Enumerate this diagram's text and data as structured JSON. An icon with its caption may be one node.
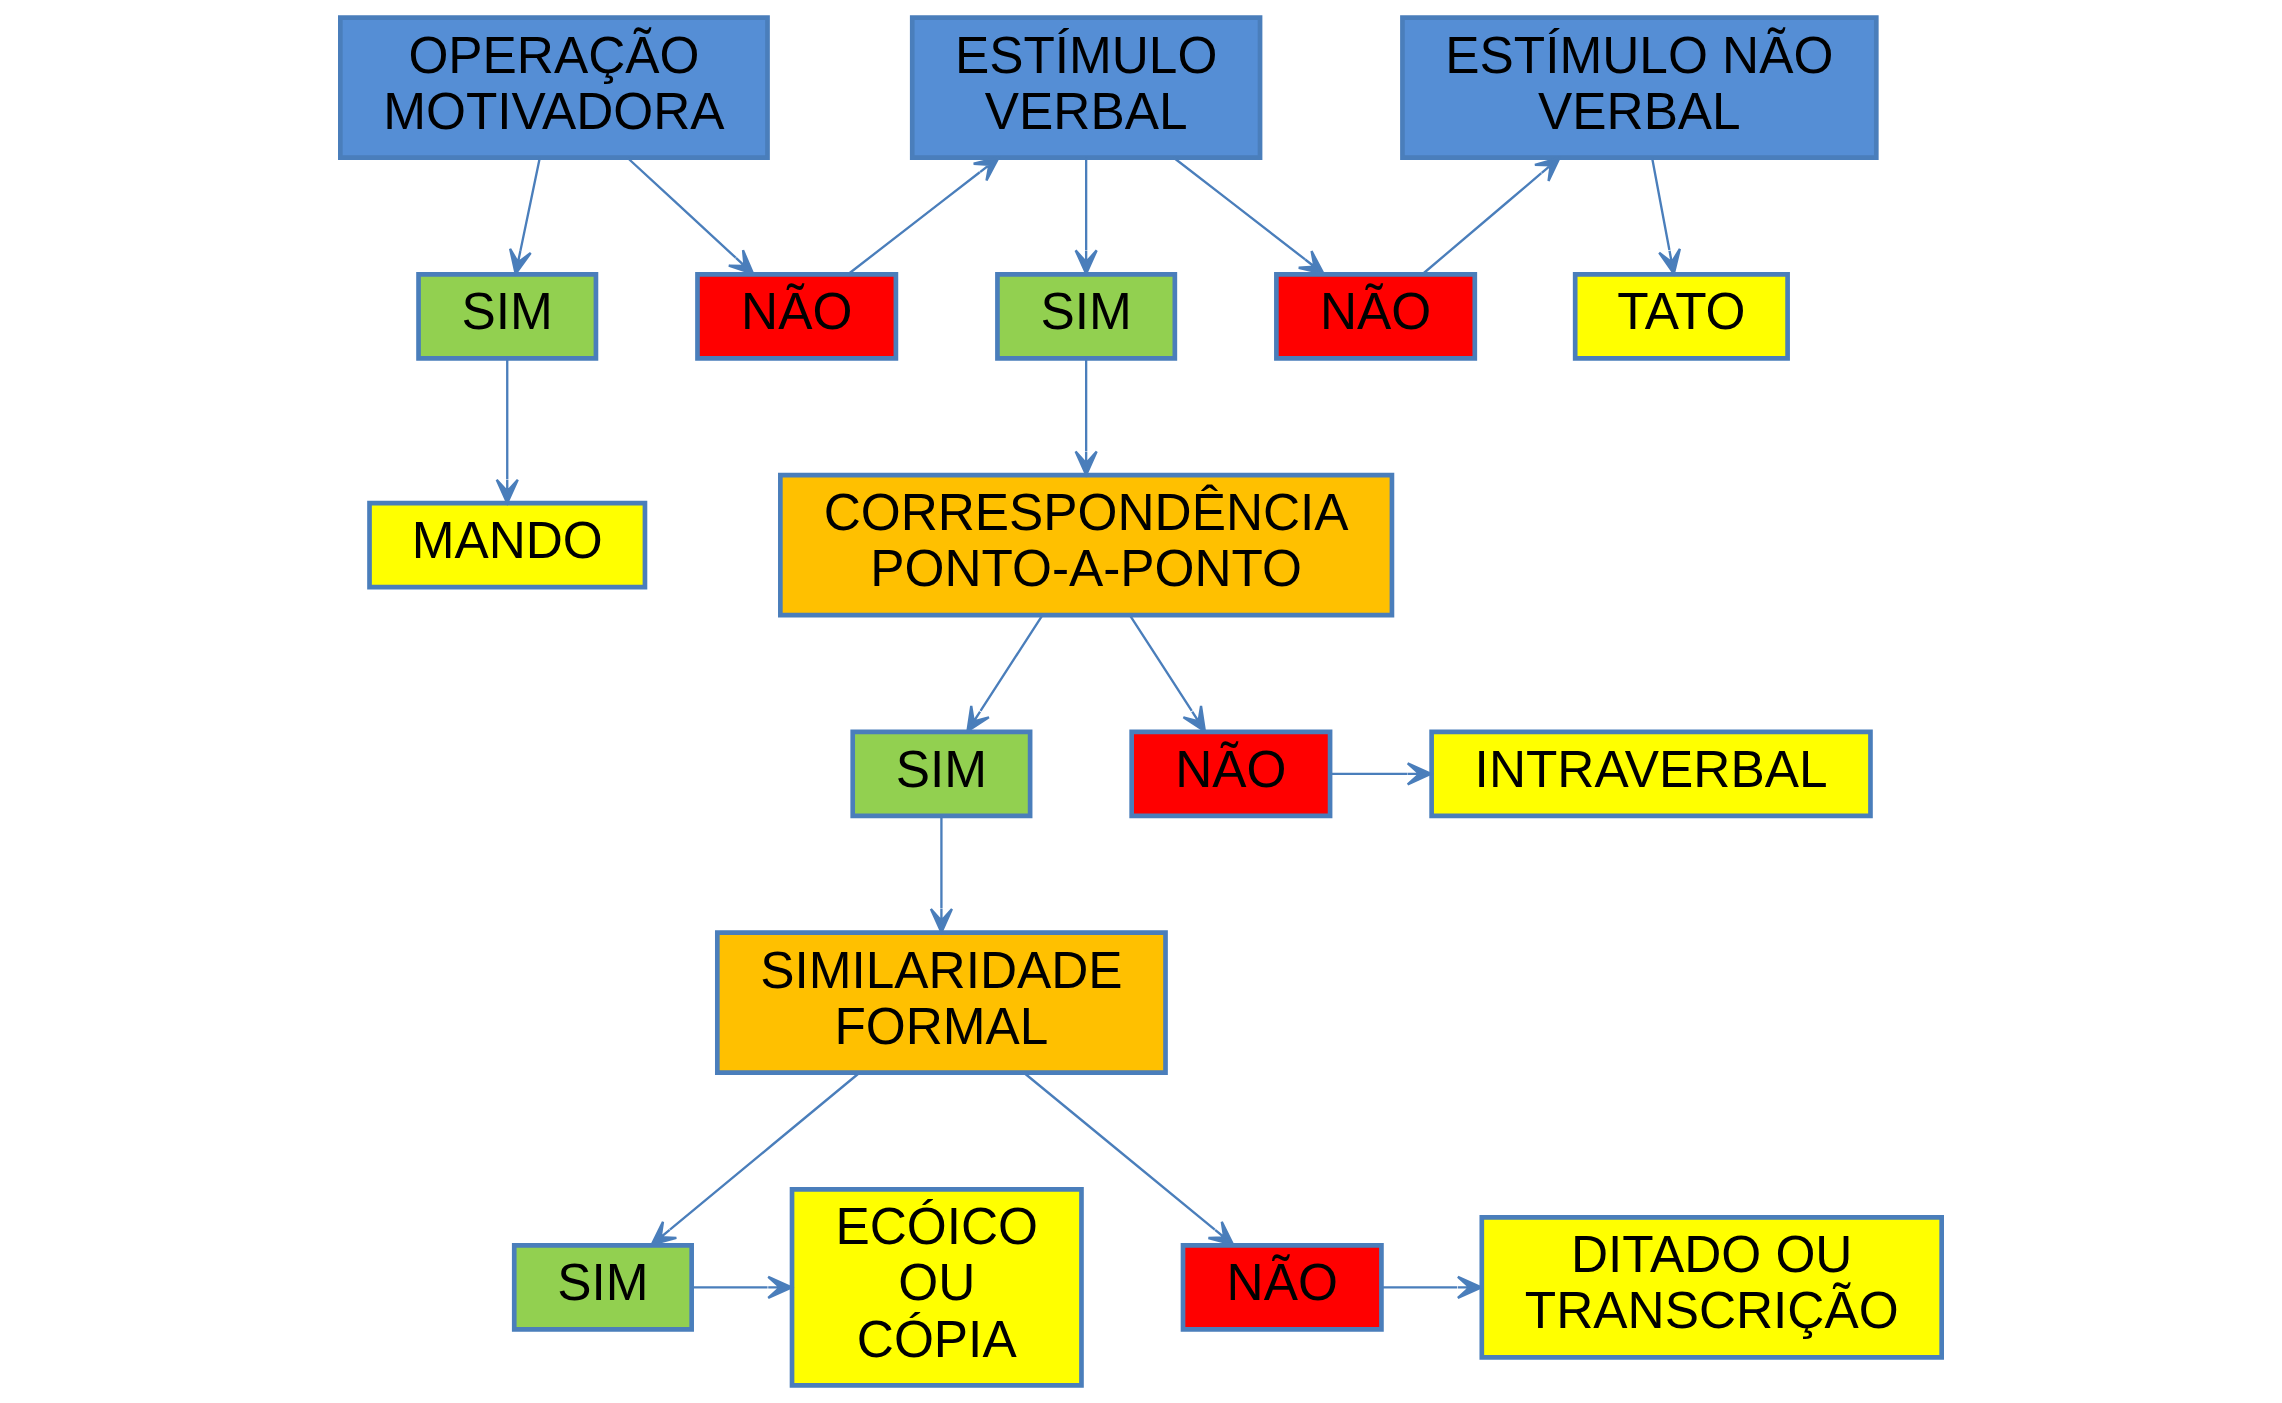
{
  "diagram": {
    "nodes": [
      {
        "text": [
          "OPERAÇÃO MOTIVADORA"
        ]
      },
      {
        "text": [
          "ESTÍMULO VERBAL"
        ]
      },
      {
        "text": [
          "ESTÍMULO NÃO VERBAL"
        ]
      },
      {
        "text": [
          "SIM"
        ]
      },
      {
        "text": [
          "NÃO"
        ]
      },
      {
        "text": [
          "SIM"
        ]
      },
      {
        "text": [
          "NÃO"
        ]
      },
      {
        "text": [
          "TATO"
        ]
      },
      {
        "text": [
          "MANDO"
        ]
      },
      {
        "text": [
          "CORRESPONDÊNCIA PONTO-A-PONTO"
        ]
      },
      {
        "text": [
          "SIM"
        ]
      },
      {
        "text": [
          "NÃO"
        ]
      },
      {
        "text": [
          "INTRAVERBAL"
        ]
      },
      {
        "text": [
          "SIMILARIDADE FORMAL"
        ]
      },
      {
        "text": [
          "ECÓICO OU CÓPIA"
        ]
      },
      {
        "text": [
          "SIM"
        ]
      },
      {
        "text": [
          "NÃO"
        ]
      },
      {
        "text": [
          "DITADO OU TRANSCRIÇÃO"
        ]
      }
    ],
    "edges": [
      {
        "from": 0,
        "to": 3,
        "arrow": "to"
      },
      {
        "from": 0,
        "to": 4,
        "arrow": "to"
      },
      {
        "from": 4,
        "to": 1,
        "arrow": "to"
      },
      {
        "from": 1,
        "to": 5,
        "arrow": "to"
      },
      {
        "from": 1,
        "to": 6,
        "arrow": "to"
      },
      {
        "from": 6,
        "to": 2,
        "arrow": "to"
      },
      {
        "from": 2,
        "to": 7,
        "arrow": "to"
      },
      {
        "from": 3,
        "to": 8,
        "arrow": "to"
      },
      {
        "from": 5,
        "to": 9,
        "arrow": "to"
      },
      {
        "from": 9,
        "to": 10,
        "arrow": "to"
      },
      {
        "from": 9,
        "to": 11,
        "arrow": "to"
      },
      {
        "from": 11,
        "to": 12,
        "arrow": "to"
      },
      {
        "from": 10,
        "to": 13,
        "arrow": "to"
      },
      {
        "from": 13,
        "to": 15,
        "arrow": "to"
      },
      {
        "from": 13,
        "to": 16,
        "arrow": "to"
      },
      {
        "from": 15,
        "to": 14,
        "arrow": "to"
      },
      {
        "from": 16,
        "to": 17,
        "arrow": "to"
      }
    ]
  }
}
